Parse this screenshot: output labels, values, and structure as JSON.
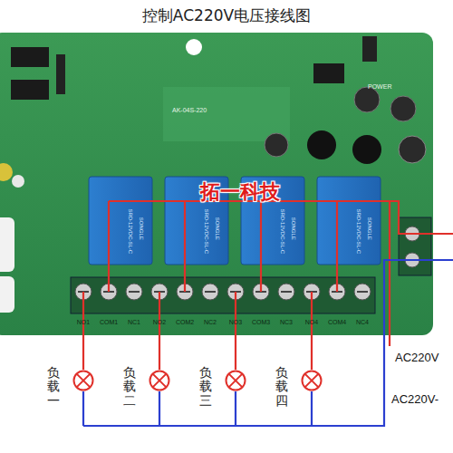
{
  "diagram": {
    "title": "控制AC220V电压接线图",
    "nodes": [
      {
        "text": [
          "负载一"
        ]
      },
      {
        "text": [
          "负载二"
        ]
      },
      {
        "text": [
          "负载三"
        ]
      },
      {
        "text": [
          "负载四"
        ]
      }
    ],
    "labels": [
      "AK-04S-220",
      "POWER",
      "SONGLE",
      "SONGLE",
      "SONGLE",
      "SONGLE",
      "SRD-12VDC-SL-C",
      "SRD-12VDC-SL-C",
      "SRD-12VDC-SL-C",
      "SRD-12VDC-SL-C",
      "拓一科技",
      "NO1",
      "COM1",
      "NC1",
      "NO2",
      "COM2",
      "NC2",
      "NO3",
      "COM3",
      "NC3",
      "NO4",
      "COM4",
      "NC4",
      "AC220V",
      "AC220V-"
    ]
  }
}
